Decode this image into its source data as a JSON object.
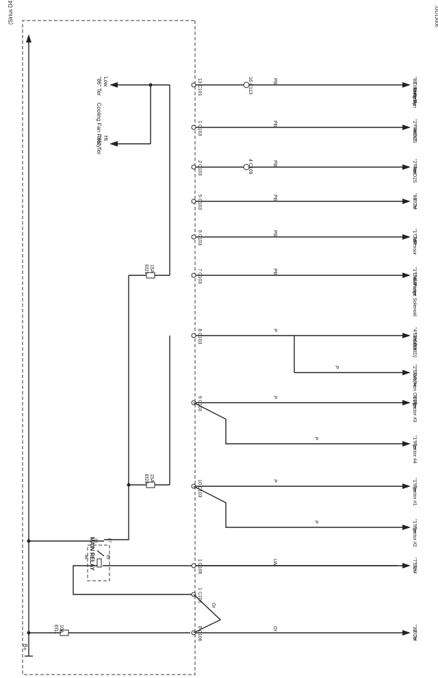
{
  "figure_id": "J3D13006",
  "box_label": "(Sirius D4)",
  "battery_label": "B+",
  "main_relay": {
    "label": "MAIN RELAY",
    "pin_30": "30",
    "pin_86": "86",
    "pin_87": "87",
    "pin_85": "85"
  },
  "fuses": [
    {
      "name": "Ef11",
      "rating": "10A"
    },
    {
      "name": "Ef21",
      "rating": "15A"
    },
    {
      "name": "Ef22",
      "rating": "15A"
    }
  ],
  "connectors": [
    {
      "pin": "13",
      "name": "C101"
    },
    {
      "pin": "1",
      "name": "C103"
    },
    {
      "pin": "2",
      "name": "C103"
    },
    {
      "pin": "5",
      "name": "C103"
    },
    {
      "pin": "6",
      "name": "C103"
    },
    {
      "pin": "7",
      "name": "C103"
    },
    {
      "pin": "8",
      "name": "C103"
    },
    {
      "pin": "9",
      "name": "C103"
    },
    {
      "pin": "10",
      "name": "C103"
    },
    {
      "pin": "1",
      "name": "C106"
    },
    {
      "pin": "1",
      "name": "C106"
    },
    {
      "pin": "8",
      "name": "C106"
    }
  ],
  "inline_connectors": [
    {
      "pin": "16",
      "name": "C113"
    },
    {
      "pin": "4",
      "name": "C109"
    }
  ],
  "wire_colors": [
    "PB",
    "PB",
    "PB",
    "PB",
    "PB",
    "PB",
    "PB",
    "PB",
    "P",
    "P",
    "P",
    "P",
    "P",
    "P",
    "P",
    "LW",
    "Or",
    "Or"
  ],
  "loads": [
    {
      "lines": [
        "\"85\" Ter",
        "Cooling Fan",
        "Control",
        "Relay"
      ]
    },
    {
      "lines": [
        "\"2\" Ter",
        "FRONT",
        "HO2S"
      ]
    },
    {
      "lines": [
        "\"2\" Ter",
        "Rear",
        "HO2S"
      ]
    },
    {
      "lines": [
        "\"86\" Ter",
        "ECM"
      ]
    },
    {
      "lines": [
        "\"1\" Ter",
        "CMP",
        "Sensor"
      ]
    },
    {
      "lines": [
        "\"1\" Ter",
        "EVAP",
        "Canister",
        "Purge Solenoid"
      ]
    },
    {
      "lines": [
        "\"4\" Ter",
        "EEGR",
        "Valve",
        "(OBD)"
      ]
    },
    {
      "lines": [
        "\"2\" Ter",
        "EGR",
        "Valve",
        "(Non OBD)"
      ]
    },
    {
      "lines": [
        "\"1\" Ter",
        "Injector #3"
      ]
    },
    {
      "lines": [
        "\"1\" Ter",
        "Injector #4"
      ]
    },
    {
      "lines": [
        "\"1\" Ter",
        "Injector #1"
      ]
    },
    {
      "lines": [
        "\"1\" Ter",
        "Injector #2"
      ]
    },
    {
      "lines": [
        "\"7\" Ter",
        "ECM"
      ]
    },
    {
      "lines": [
        "\"30\" Ter",
        "ECM"
      ]
    }
  ],
  "fan_relay": {
    "title": "Cooling Fan Relay",
    "low_lines": [
      "Low",
      "\"86\" Ter"
    ],
    "hi_lines": [
      "Hi",
      "\"86\" Ter"
    ]
  }
}
